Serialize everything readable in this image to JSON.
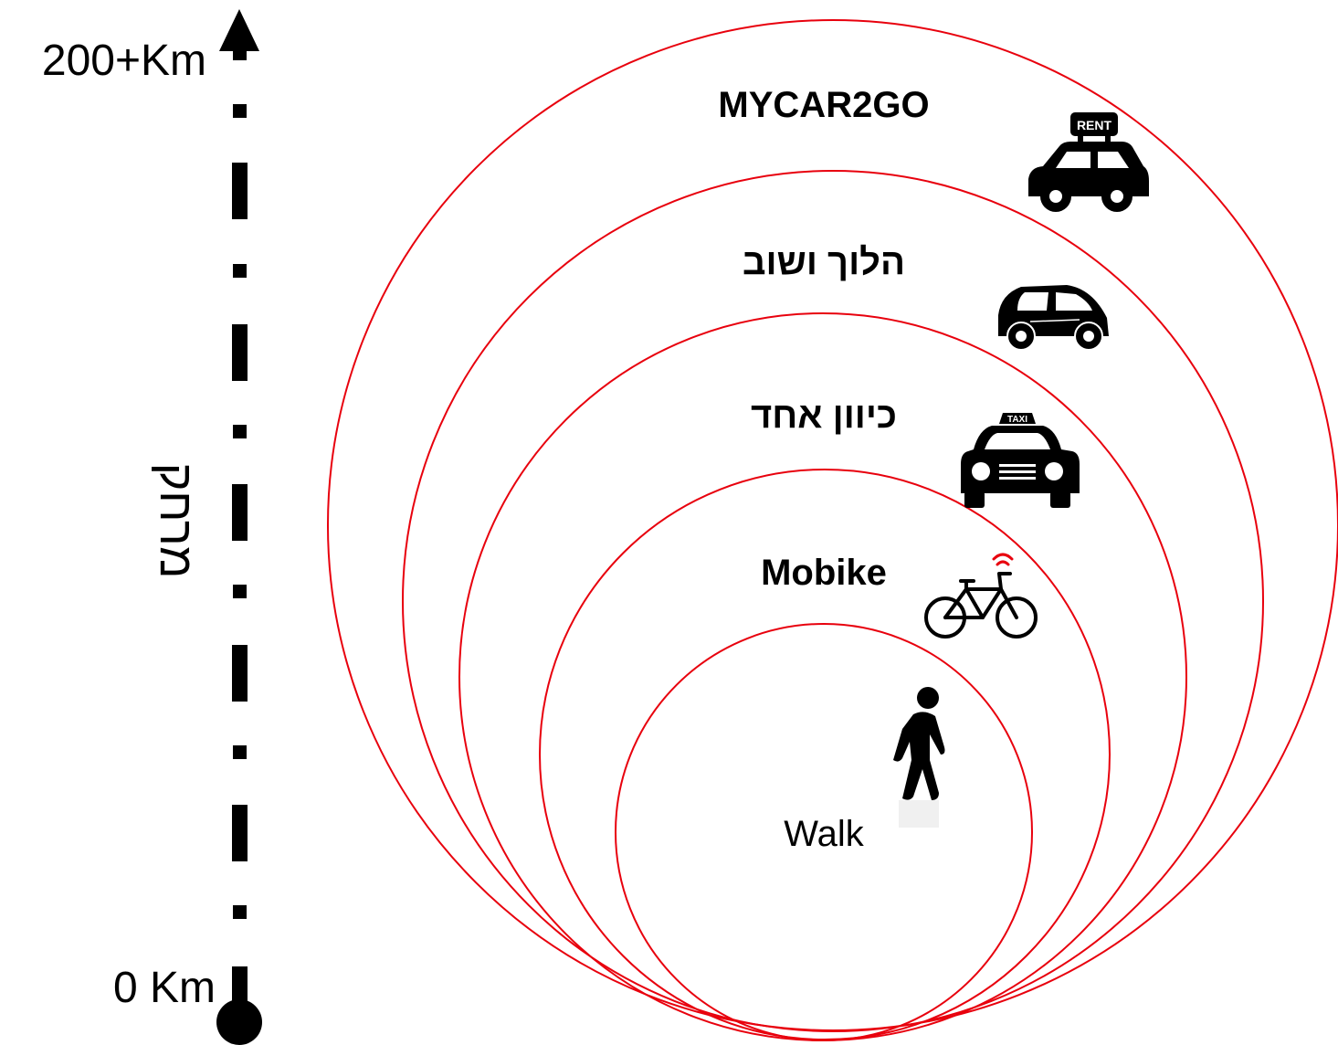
{
  "axis": {
    "top_label": "200+Km",
    "bottom_label": "0 Km",
    "title": "מרחק"
  },
  "rings": [
    {
      "label": "MYCAR2GO",
      "icon": "rental-car-icon"
    },
    {
      "label": "הלוך ושוב",
      "icon": "smart-car-icon"
    },
    {
      "label": "כיוון אחד",
      "icon": "taxi-icon"
    },
    {
      "label": "Mobike",
      "icon": "bicycle-icon"
    },
    {
      "label": "Walk",
      "icon": "pedestrian-icon"
    }
  ],
  "icon_texts": {
    "rent_sign": "RENT",
    "taxi_sign": "TAXI"
  },
  "colors": {
    "ring": "#e8000d",
    "axis": "#000000",
    "icon": "#000000",
    "signal": "#e8000d"
  }
}
